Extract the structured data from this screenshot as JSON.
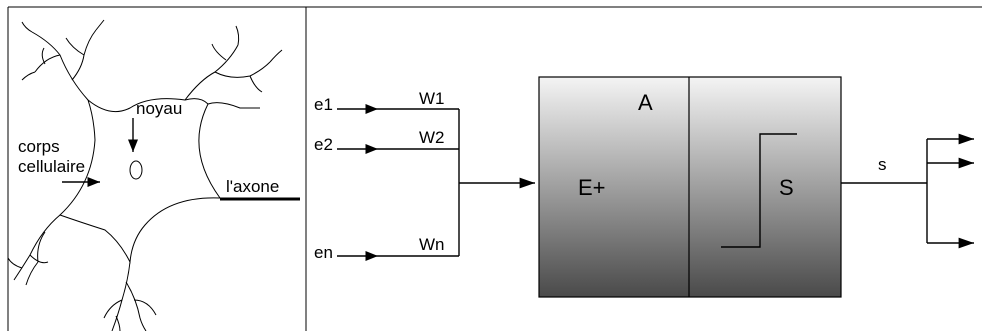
{
  "neuron": {
    "noyau_label": "noyau",
    "corps_label_line1": "corps",
    "corps_label_line2": "cellulaire",
    "axone_label": "l'axone"
  },
  "inputs": [
    {
      "e": "e1",
      "w": "W1"
    },
    {
      "e": "e2",
      "w": "W2"
    },
    {
      "e": "en",
      "w": "Wn"
    }
  ],
  "neuron_model": {
    "aggregation_title": "A",
    "aggregation_label": "E+",
    "activation_label": "S",
    "output_label": "s"
  },
  "colors": {
    "box_top": "#f4f4f4",
    "box_bottom": "#4a4a4a",
    "line": "#000000"
  }
}
